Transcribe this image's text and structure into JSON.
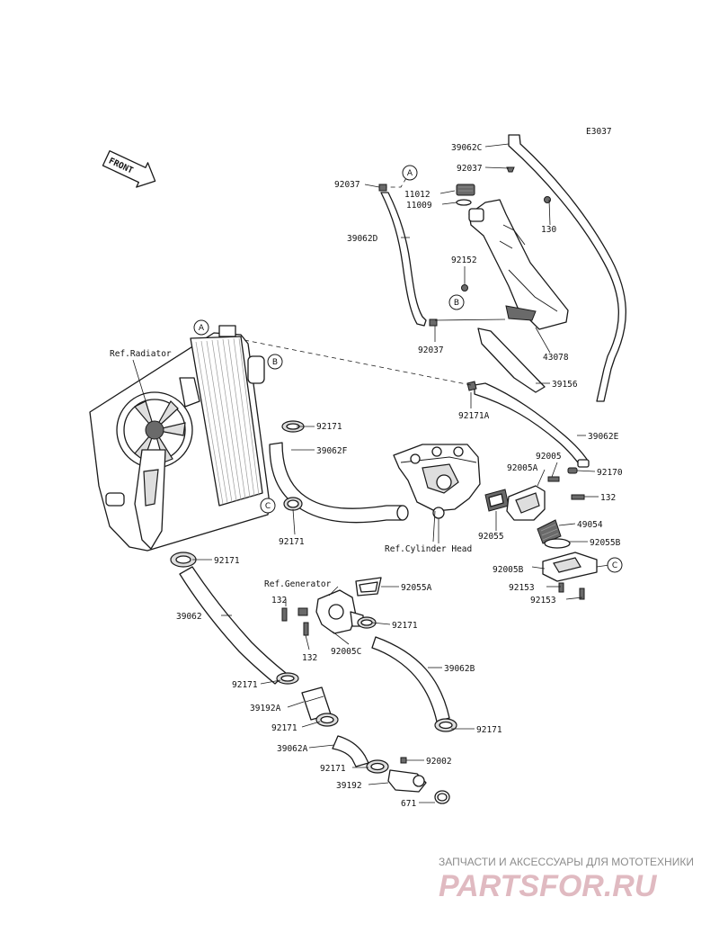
{
  "diagram_code": "E3037",
  "front_label": "FRONT",
  "refs": {
    "radiator": "Ref.Radiator",
    "cylinder_head": "Ref.Cylinder Head",
    "generator": "Ref.Generator"
  },
  "callouts": {
    "a": "A",
    "b": "B",
    "c": "C"
  },
  "labels": {
    "p39062C": "39062C",
    "p92037_top": "92037",
    "p11012": "11012",
    "p11009": "11009",
    "p92037_left": "92037",
    "p130": "130",
    "p39062D": "39062D",
    "p92152": "92152",
    "p92037_bottom": "92037",
    "p43078": "43078",
    "p39156": "39156",
    "p92171A": "92171A",
    "p39062E": "39062E",
    "p92171_upper": "92171",
    "p39062F": "39062F",
    "p92005": "92005",
    "p92005A": "92005A",
    "p92170": "92170",
    "p132_right": "132",
    "p49054": "49054",
    "p92055B": "92055B",
    "p92005B": "92005B",
    "p92153_a": "92153",
    "p92153_b": "92153",
    "p92171_c": "92171",
    "p92055": "92055",
    "p92171_rad": "92171",
    "p92055A": "92055A",
    "p132_gen_top": "132",
    "p92171_gen": "92171",
    "p39062": "39062",
    "p132_gen_bottom": "132",
    "p92005C": "92005C",
    "p39062B": "39062B",
    "p92171_l1": "92171",
    "p39192A": "39192A",
    "p92171_l2": "92171",
    "p39062A": "39062A",
    "p92171_r": "92171",
    "p92002": "92002",
    "p92171_l3": "92171",
    "p39192": "39192",
    "p671": "671"
  },
  "watermark": {
    "tagline": "ЗАПЧАСТИ И АКСЕССУАРЫ ДЛЯ МОТОТЕХНИКИ",
    "logo": "PARTSFOR.RU"
  }
}
